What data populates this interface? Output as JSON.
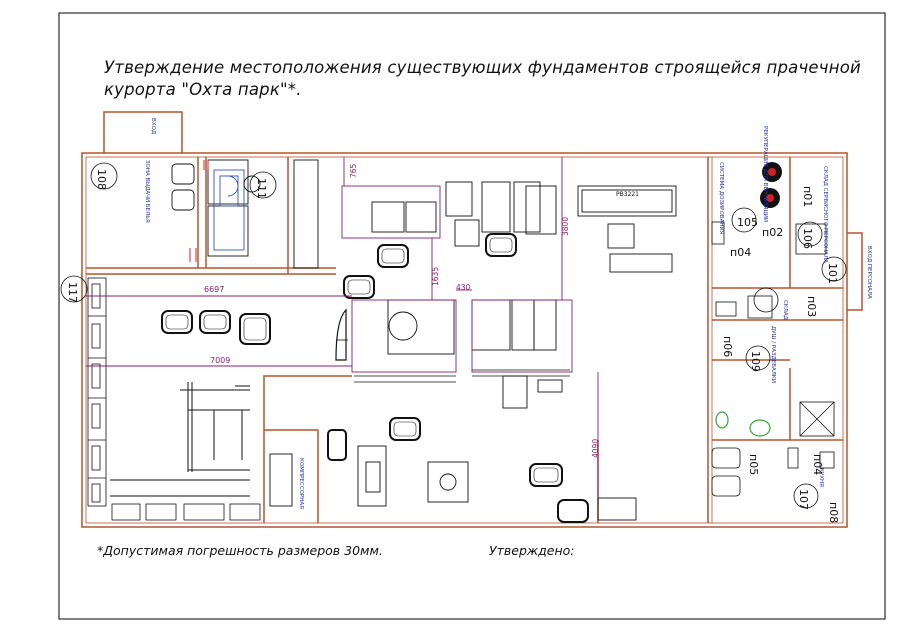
{
  "header": {
    "line1": "Утверждение местоположения существующих фундаментов строящейся прачечной",
    "line2": "курорта \"Охта парк\"*."
  },
  "footer": {
    "tolerance": "*Допустимая погрешность размеров 30мм.",
    "approved": "Утверждено:"
  },
  "dimensions": {
    "d765": "765",
    "d1635": "1635",
    "d430": "430",
    "d3800": "3800",
    "d6697": "6697",
    "d7009": "7009",
    "d4090": "4090"
  },
  "rooms": {
    "r108": "108",
    "r111": "111",
    "r117": "117",
    "r105": "105",
    "r104a": "п04",
    "r102": "п02",
    "r101a": "п01",
    "r106b": "106",
    "r101b": "101",
    "r103": "п03",
    "r106": "п06",
    "r109": "109",
    "r105b": "п05",
    "r104b": "п04",
    "r107": "107",
    "r108b": "п08"
  },
  "labels": {
    "entry_top": "ВХОД",
    "issue_zone": "ЗОНА ВЫДАЧИ БЕЛЬЯ",
    "pb3221": "PB3221",
    "right_vertical1": "РЕКУПЕРАЦИЯ ДЛЯ ВЕНТИЛЯЦИИ",
    "right_vertical2": "СИСТЕМА ДОЗИРОВАНИЯ",
    "right_vertical3": "СКЛАД СЕРВИСНОГО ПЕРСОНАЛА",
    "entry_staff": "ВХОД ПЕРСОНАЛА",
    "staff_room": "ДУШ / РАЗДЕВАЛКИ",
    "kitchen": "КУХНЯ",
    "compressor": "КОМПРЕССОРНАЯ",
    "storage_right": "СКЛАД"
  },
  "colors": {
    "wall": "#b5532c",
    "dimension": "#8a1f6a",
    "equipment": "#111111",
    "note_blue": "#2233aa",
    "red": "#d22222"
  }
}
